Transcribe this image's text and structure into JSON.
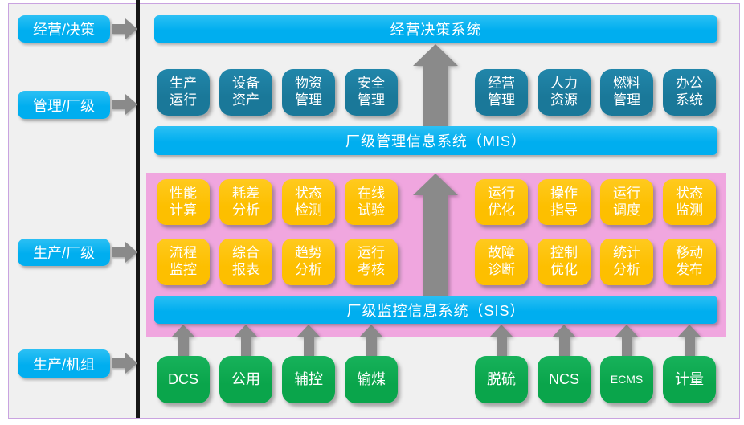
{
  "ranks": {
    "decision": "经营/决策",
    "management": "管理/厂级",
    "production_plant": "生产/厂级",
    "production_unit": "生产/机组"
  },
  "bars": {
    "decision_system": "经营决策系统",
    "mis": "厂级管理信息系统（MIS）",
    "sis": "厂级监控信息系统（SIS）"
  },
  "mis_apps": {
    "left": [
      "生产\n运行",
      "设备\n资产",
      "物资\n管理",
      "安全\n管理"
    ],
    "right": [
      "经营\n管理",
      "人力\n资源",
      "燃料\n管理",
      "办公\n系统"
    ]
  },
  "sis_apps": {
    "row1_left": [
      "性能\n计算",
      "耗差\n分析",
      "状态\n检测",
      "在线\n试验"
    ],
    "row1_right": [
      "运行\n优化",
      "操作\n指导",
      "运行\n调度",
      "状态\n监测"
    ],
    "row2_left": [
      "流程\n监控",
      "综合\n报表",
      "趋势\n分析",
      "运行\n考核"
    ],
    "row2_right": [
      "故障\n诊断",
      "控制\n优化",
      "统计\n分析",
      "移动\n发布"
    ]
  },
  "sources": [
    "DCS",
    "公用",
    "辅控",
    "输煤",
    "脱硫",
    "NCS",
    "ECMS",
    "计量"
  ],
  "colors": {
    "accent_cyan": "#00B0F0",
    "teal": "#1B7EA1",
    "orange": "#FFC000",
    "pink": "#F0A6DF",
    "green": "#0DA750",
    "arrow_gray": "#8A8A8A",
    "border_purple": "#C9A3E0"
  }
}
